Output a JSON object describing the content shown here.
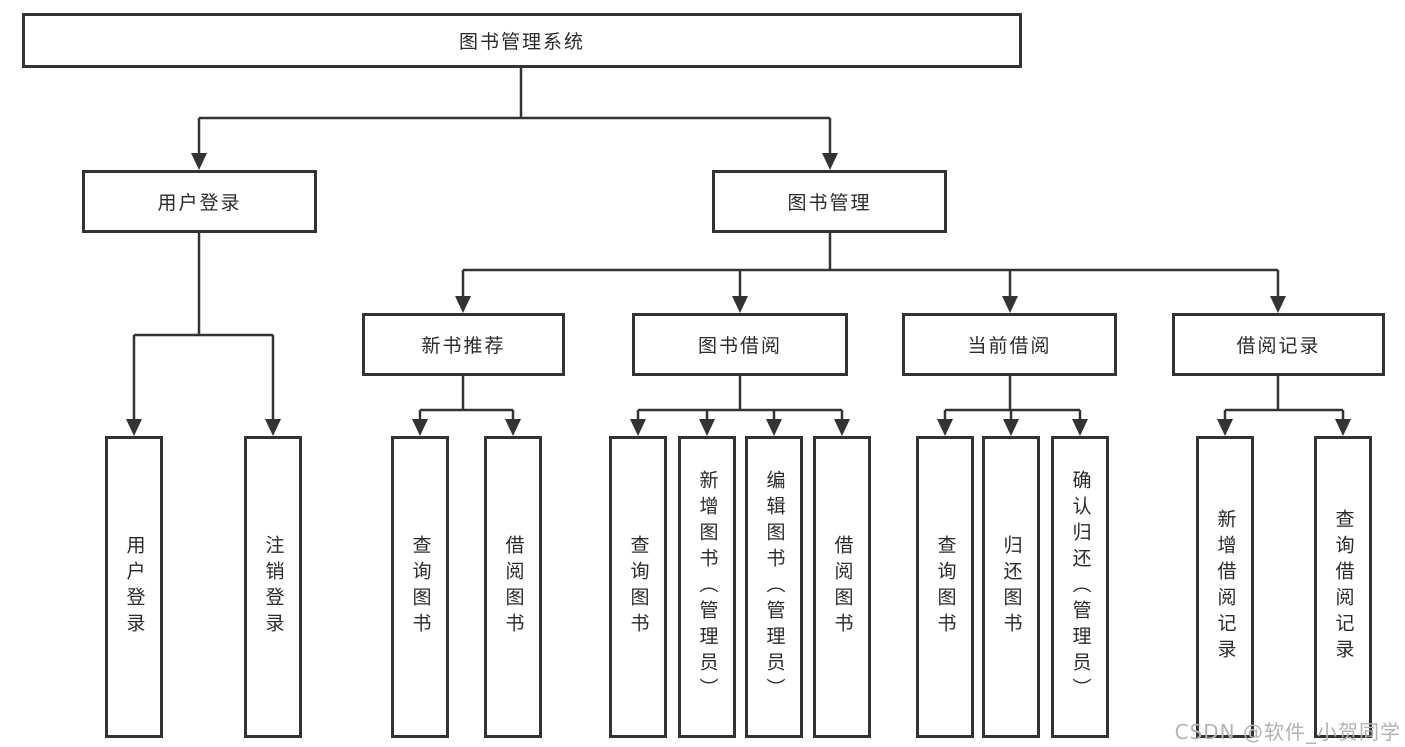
{
  "tree": {
    "root": {
      "label": "图书管理系统"
    },
    "branches": [
      {
        "label": "用户登录",
        "children": [
          "用户登录",
          "注销登录"
        ]
      },
      {
        "label": "图书管理",
        "children": [
          {
            "label": "新书推荐",
            "children": [
              "查询图书",
              "借阅图书"
            ]
          },
          {
            "label": "图书借阅",
            "children": [
              "查询图书",
              "新增图书（管理员）",
              "编辑图书（管理员）",
              "借阅图书"
            ]
          },
          {
            "label": "当前借阅",
            "children": [
              "查询图书",
              "归还图书",
              "确认归还（管理员）"
            ]
          },
          {
            "label": "借阅记录",
            "children": [
              "新增借阅记录",
              "查询借阅记录"
            ]
          }
        ]
      }
    ]
  },
  "watermark": "CSDN @软件_小贺同学",
  "colors": {
    "line": "#333333",
    "text": "#2b2b2b",
    "watermark": "#b3b3b3",
    "background": "#ffffff"
  }
}
